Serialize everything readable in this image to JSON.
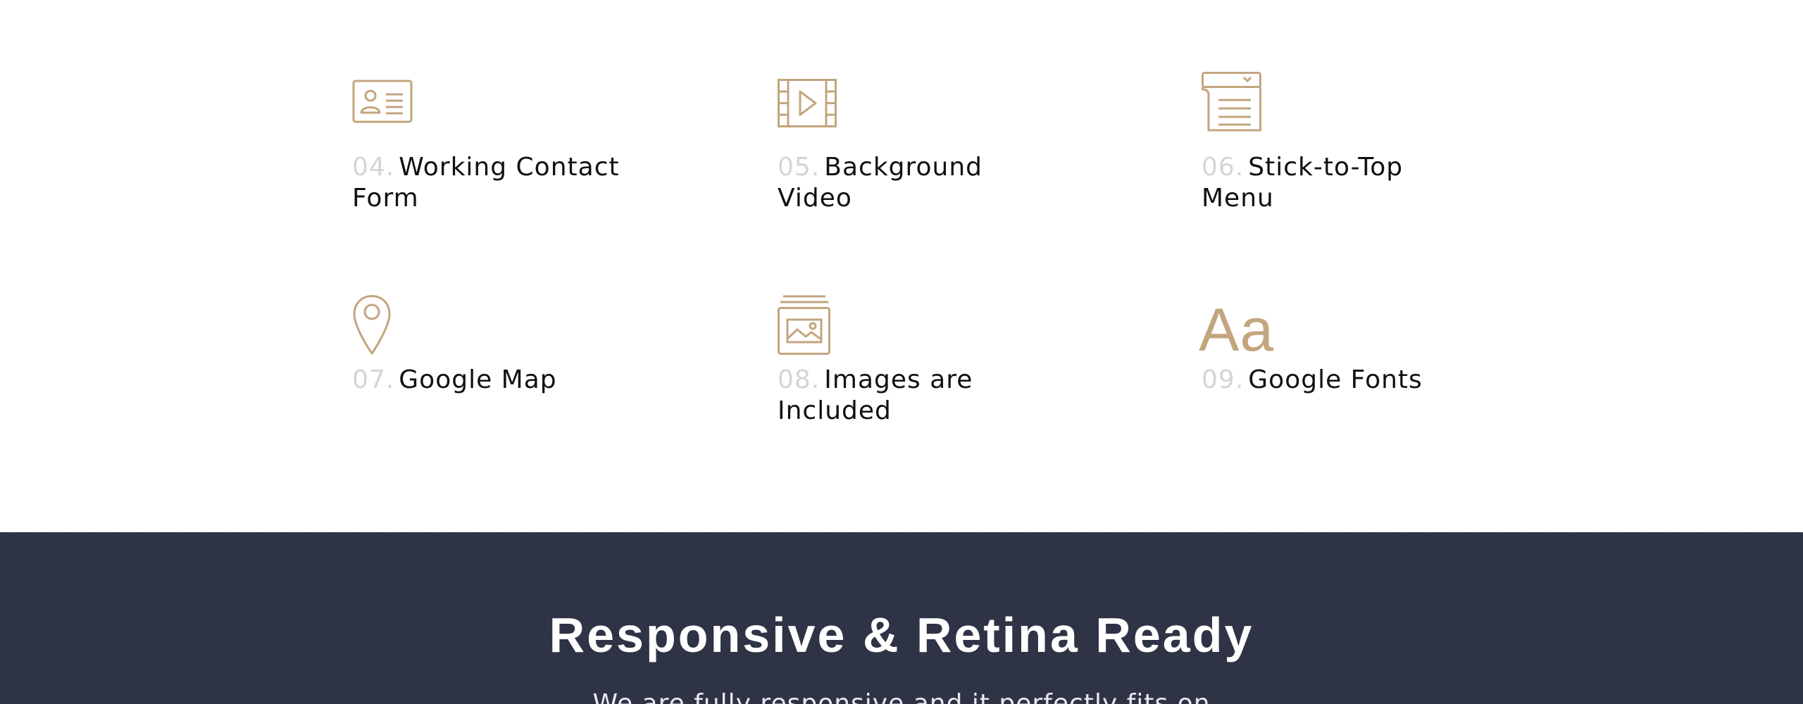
{
  "features": [
    {
      "number": "04.",
      "title": "Working Contact Form",
      "icon": "contact-card-icon"
    },
    {
      "number": "05.",
      "title": "Background Video",
      "icon": "video-icon"
    },
    {
      "number": "06.",
      "title": "Stick-to-Top Menu",
      "icon": "sticky-menu-icon"
    },
    {
      "number": "07.",
      "title": "Google Map",
      "icon": "map-pin-icon"
    },
    {
      "number": "08.",
      "title": "Images are Included",
      "icon": "image-gallery-icon"
    },
    {
      "number": "09.",
      "title": "Google Fonts",
      "icon": "font-icon",
      "icon_text": "Aa"
    }
  ],
  "responsive": {
    "title": "Responsive & Retina Ready",
    "lead": "We are fully responsive and it perfectly fits on"
  },
  "colors": {
    "accent": "#c3a57e",
    "number": "#d5d5d8",
    "title": "#111111",
    "band": "#2e3245"
  }
}
